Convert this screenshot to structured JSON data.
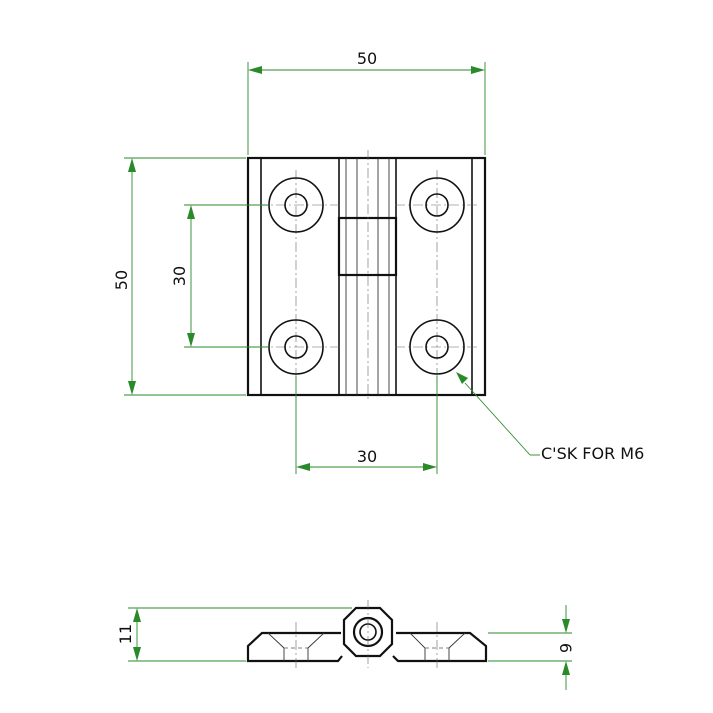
{
  "dimensions": {
    "width_top": "50",
    "height_left": "50",
    "hole_spacing_vertical": "30",
    "hole_spacing_horizontal": "30",
    "side_height": "11",
    "leaf_thickness": "6"
  },
  "callout": {
    "countersink": "C'SK FOR M6"
  },
  "colors": {
    "dimension_line": "#2a8a2a",
    "part_line": "#111111"
  }
}
